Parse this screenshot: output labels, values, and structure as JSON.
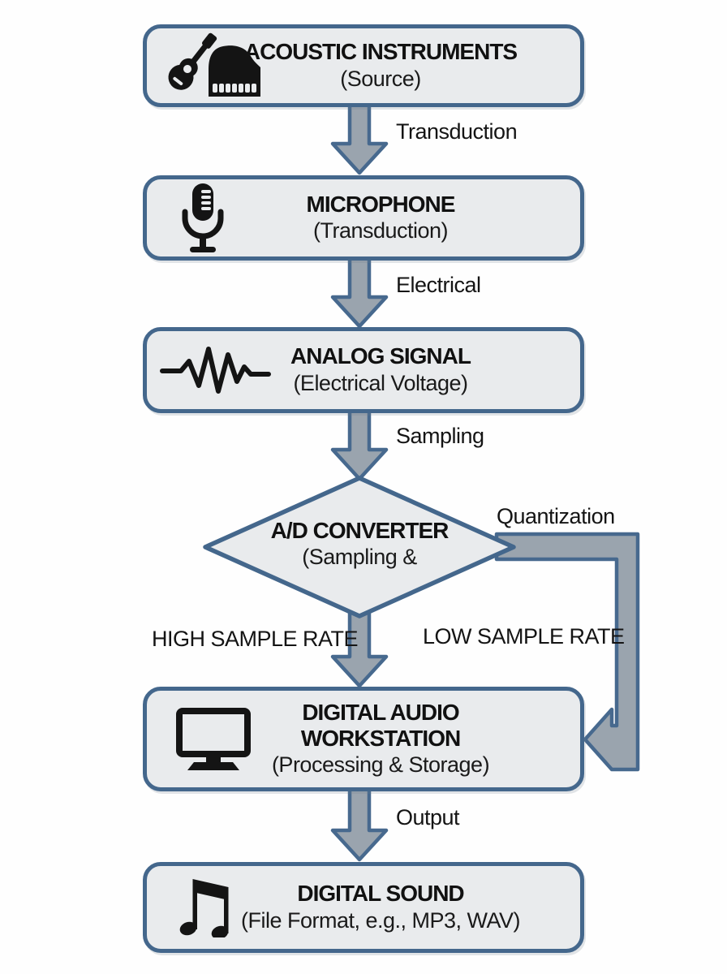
{
  "diagram": {
    "type": "flowchart",
    "topic": "Audio digitization signal chain"
  },
  "colors": {
    "background": "#fefefe",
    "node_fill": "#e9ebed",
    "node_border": "#44678c",
    "arrow_fill": "#9aa4ae",
    "arrow_border": "#47698e",
    "text": "#141414"
  },
  "nodes": [
    {
      "id": "acoustic",
      "shape": "rounded-rect",
      "icon": "guitar-piano-icon",
      "title": "ACOUSTIC INSTRUMENTS",
      "subtitle": "(Source)"
    },
    {
      "id": "microphone",
      "shape": "rounded-rect",
      "icon": "microphone-icon",
      "title": "MICROPHONE",
      "subtitle": "(Transduction)"
    },
    {
      "id": "analog",
      "shape": "rounded-rect",
      "icon": "waveform-icon",
      "title": "ANALOG SIGNAL",
      "subtitle": "(Electrical Voltage)"
    },
    {
      "id": "adc",
      "shape": "diamond",
      "icon": "",
      "title": "A/D CONVERTER",
      "subtitle": "(Sampling &"
    },
    {
      "id": "daw",
      "shape": "rounded-rect",
      "icon": "computer-icon",
      "title": "DIGITAL AUDIO WORKSTATION",
      "subtitle": "(Processing & Storage)"
    },
    {
      "id": "digital-sound",
      "shape": "rounded-rect",
      "icon": "music-note-icon",
      "title": "DIGITAL SOUND",
      "subtitle": "(File Format, e.g., MP3, WAV)"
    }
  ],
  "labels": {
    "transduction": "Transduction",
    "electrical": "Electrical",
    "sampling": "Sampling",
    "quantization": "Quantization",
    "high_sample_rate": "HIGH SAMPLE RATE",
    "low_sample_rate": "LOW SAMPLE RATE",
    "output": "Output"
  }
}
